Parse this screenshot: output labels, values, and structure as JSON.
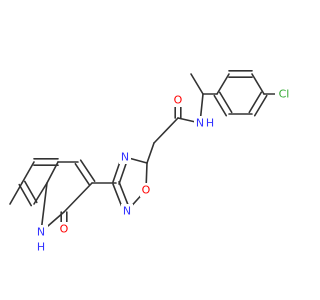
{
  "colors": {
    "bond": "#333333",
    "carbon": "#333333",
    "nitrogen": "#3333ff",
    "oxygen": "#ff0000",
    "chlorine": "#33aa33"
  },
  "atom_labels": {
    "cl": "Cl",
    "o_amide": "O",
    "nh_amide": "N",
    "h_amide": "H",
    "n_oxadiazole_upper": "N",
    "n_oxadiazole_lower": "N",
    "o_oxadiazole": "O",
    "o_quinolone": "O",
    "nh_quinolone_n": "N",
    "nh_quinolone_h": "H"
  }
}
